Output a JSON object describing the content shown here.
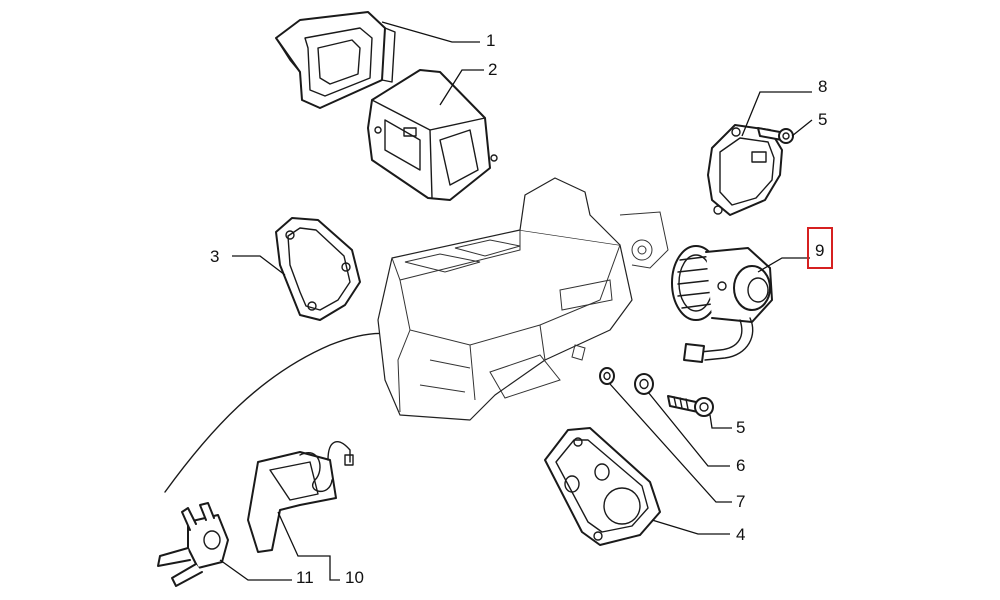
{
  "callouts": [
    {
      "id": "c1",
      "label": "1"
    },
    {
      "id": "c2",
      "label": "2"
    },
    {
      "id": "c3",
      "label": "3"
    },
    {
      "id": "c4",
      "label": "4"
    },
    {
      "id": "c5a",
      "label": "5"
    },
    {
      "id": "c5b",
      "label": "5"
    },
    {
      "id": "c6",
      "label": "6"
    },
    {
      "id": "c7",
      "label": "7"
    },
    {
      "id": "c8",
      "label": "8"
    },
    {
      "id": "c9",
      "label": "9"
    },
    {
      "id": "c10",
      "label": "10"
    },
    {
      "id": "c11",
      "label": "11"
    }
  ],
  "highlight": {
    "callout": "9",
    "color": "#d62020"
  },
  "colors": {
    "line": "#1a1a1a",
    "background": "#ffffff"
  }
}
